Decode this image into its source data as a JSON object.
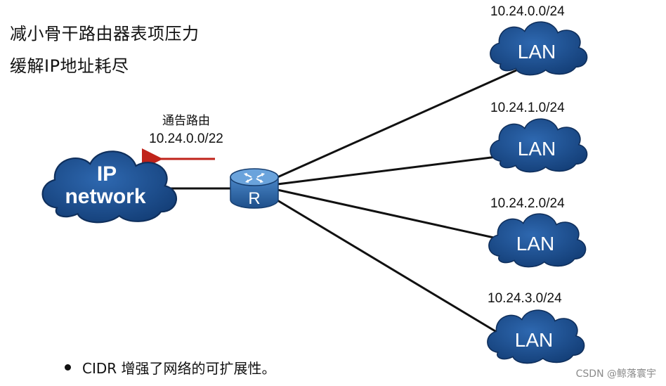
{
  "headings": {
    "line1": "减小骨干路由器表项压力",
    "line2": "缓解IP地址耗尽"
  },
  "advertisement": {
    "label": "通告路由",
    "prefix": "10.24.0.0/22"
  },
  "ip_network": {
    "line1": "IP",
    "line2": "network"
  },
  "router": {
    "label": "R"
  },
  "lans": [
    {
      "subnet": "10.24.0.0/24",
      "label": "LAN"
    },
    {
      "subnet": "10.24.1.0/24",
      "label": "LAN"
    },
    {
      "subnet": "10.24.2.0/24",
      "label": "LAN"
    },
    {
      "subnet": "10.24.3.0/24",
      "label": "LAN"
    }
  ],
  "bullet": "CIDR 增强了网络的可扩展性。",
  "watermark": "CSDN @鲸落寰宇",
  "colors": {
    "cloud_fill": "#1d4d8c",
    "cloud_edge": "#0f2f5c",
    "router_fill": "#2a5f9e",
    "arrow": "#c0231a",
    "link": "#111111"
  }
}
